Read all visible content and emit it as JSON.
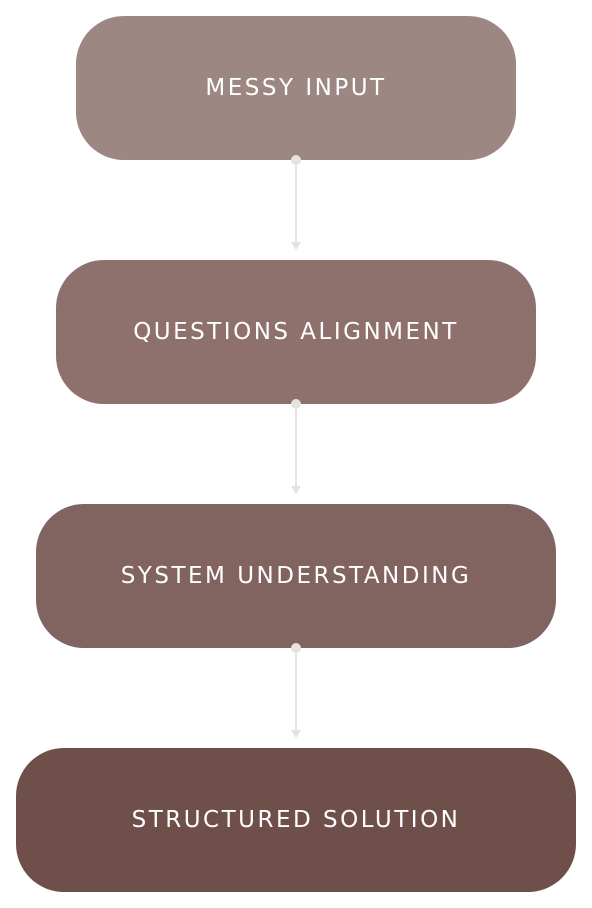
{
  "steps": [
    {
      "label": "MESSY INPUT",
      "color": "#9c8782"
    },
    {
      "label": "QUESTIONS ALIGNMENT",
      "color": "#8e716d"
    },
    {
      "label": "SYSTEM UNDERSTANDING",
      "color": "#81635f"
    },
    {
      "label": "STRUCTURED SOLUTION",
      "color": "#6f4f49"
    }
  ],
  "connector_color": "#e8e1e1"
}
